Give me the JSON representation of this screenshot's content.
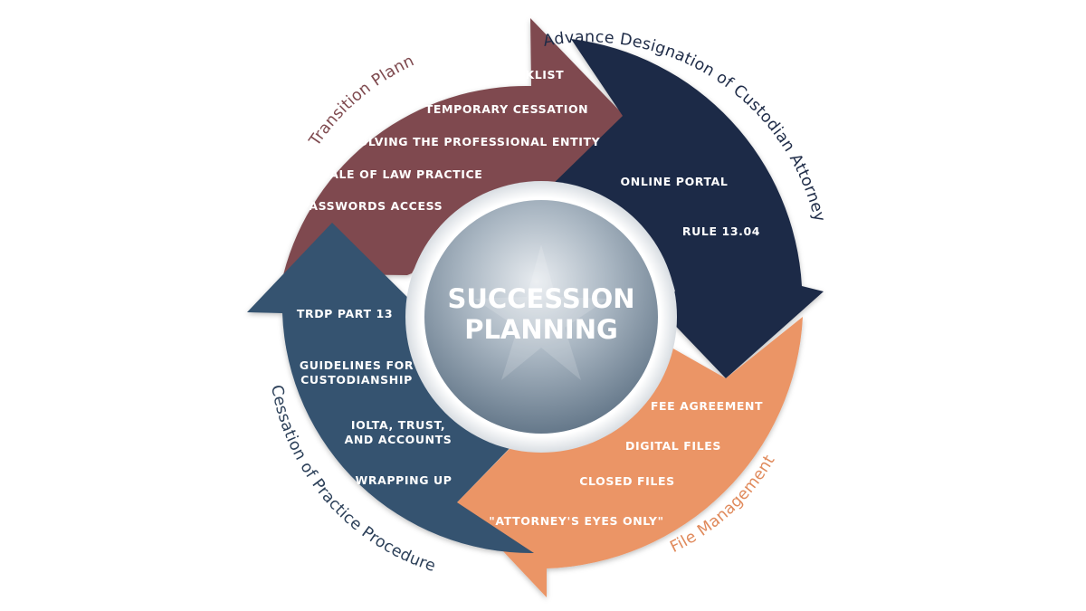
{
  "center": {
    "line1": "SUCCESSION",
    "line2": "PLANNING"
  },
  "segments": {
    "transition": {
      "title": "Transition Planning",
      "color": "#7f4a4f",
      "title_color": "#7f4a4f",
      "items": [
        "CHECKLIST",
        "TEMPORARY CESSATION",
        "DISSOLVING THE PROFESSIONAL ENTITY",
        "SALE OF LAW PRACTICE",
        "PASSWORDS ACCESS"
      ]
    },
    "advance": {
      "title": "Advance Designation of Custodian Attorney",
      "color": "#1e2b47",
      "title_color": "#1e2b47",
      "items": [
        "ONLINE PORTAL",
        "RULE 13.04"
      ]
    },
    "file": {
      "title": "File Management",
      "color": "#eb9566",
      "title_color": "#e08a5c",
      "items": [
        "FEE AGREEMENT",
        "DIGITAL FILES",
        "CLOSED FILES",
        "\"ATTORNEY'S EYES ONLY\""
      ]
    },
    "cessation": {
      "title": "Cessation of Practice Procedure",
      "color": "#35526f",
      "title_color": "#2b3f58",
      "items": [
        "TRDP PART 13",
        "GUIDELINES FOR",
        "CUSTODIANSHIP",
        "IOLTA, TRUST,",
        "AND ACCOUNTS",
        "WRAPPING UP"
      ]
    }
  }
}
